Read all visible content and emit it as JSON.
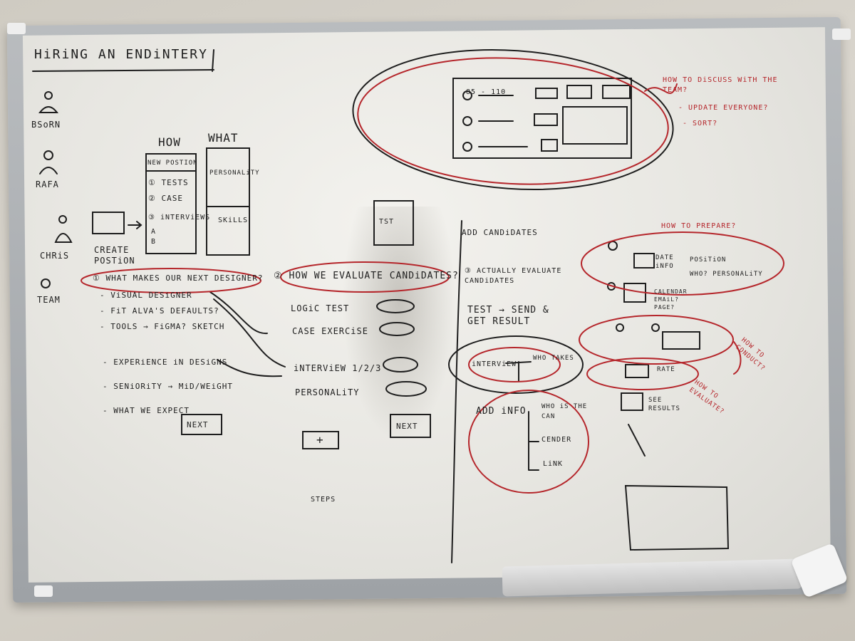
{
  "board": {
    "title": "HiRiNG AN ENDiNTERY",
    "team": [
      "BSoRN",
      "RAFA",
      "CHRiS",
      "TEAM"
    ],
    "step1": {
      "create_position": "CREATE POSTiON",
      "col_how": "HOW",
      "col_what": "WHAT",
      "how_items": [
        "NEW POSTION",
        "① TESTS",
        "② CASE",
        "③ iNTERViEWS",
        "A",
        "B"
      ],
      "what_items": [
        "PERSONALiTY",
        "SKiLLS"
      ],
      "question": "① WHAT MAKES OUR NEXT DESIGNER?",
      "bullets": [
        "- ViSUAL DESiGNER",
        "- FiT ALVA'S DEFAULTS?",
        "- TOOLS → FiGMA? SKETCH",
        "- EXPERiENCE iN DESiGNS",
        "- SENiORiTY → MiD/WEiGHT",
        "- WHAT WE EXPECT"
      ],
      "next": "NEXT"
    },
    "step2": {
      "question": "② HOW WE EVALUATE CANDiDATES?",
      "items": [
        "LOGiC TEST",
        "CASE EXERCiSE",
        "iNTERViEW 1/2/3",
        "PERSONALiTY"
      ],
      "plus": "+",
      "next": "NEXT",
      "tst": "TST",
      "steps": "STEPS"
    },
    "step3": {
      "add_candidates": "ADD CANDiDATES",
      "subtitle": "③ ACTUALLY EVALUATE CANDiDATES",
      "test": "TEST → SEND & GET RESULT",
      "interview": "iNTERViEW",
      "who_takes": "WHO TAKES",
      "add_info": "ADD iNFO",
      "info_items": [
        "WHO iS THE CAN",
        "CENDER",
        "LiNK"
      ]
    },
    "right": {
      "prepare": "HOW TO PREPARE?",
      "date_info": "DATE iNFO",
      "position": "POSiTiON",
      "who_personality": "WHO? PERSONALiTY",
      "calendar": "CALENDAR EMAiL? PAGE?",
      "how_conduct": "HOW TO CONDUCT?",
      "rate": "RATE",
      "how_evaluate": "HOW TO EVALUATE?",
      "see_results": "SEE RESULTS"
    },
    "top": {
      "label": "85 - 110",
      "notes": [
        "HOW TO DiSCUSS WiTH THE TEAM?",
        "- UPDATE EVERYONE?",
        "- SORT?"
      ]
    }
  },
  "colors": {
    "ink": "#1e1e1e",
    "red_marker": "#b5262b",
    "board": "#efeeea"
  }
}
